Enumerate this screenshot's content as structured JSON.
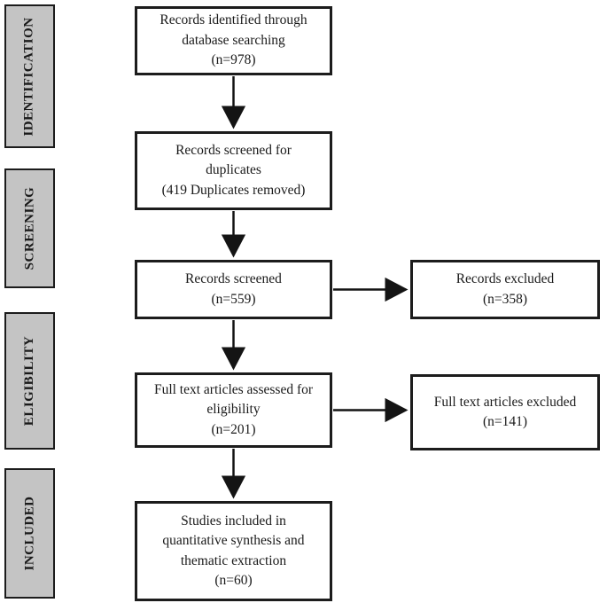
{
  "colors": {
    "page-bg": "#ffffff",
    "box-border": "#1c1c1c",
    "box-bg": "#ffffff",
    "stage-bg": "#c4c4c4",
    "text": "#1a1a1a",
    "arrow": "#141414"
  },
  "diagram_type": "PRISMA flow diagram",
  "stages": [
    {
      "label": "IDENTIFICATION"
    },
    {
      "label": "SCREENING"
    },
    {
      "label": "ELIGIBILITY"
    },
    {
      "label": "INCLUDED"
    }
  ],
  "flow": {
    "identified": "Records identified through\ndatabase searching\n(n=978)",
    "duplicates": "Records screened for\nduplicates\n(419 Duplicates removed)",
    "screened": "Records screened\n(n=559)",
    "records_excluded": "Records excluded\n(n=358)",
    "fulltext": "Full text articles assessed for\neligibility\n(n=201)",
    "fulltext_excluded": "Full text articles excluded\n(n=141)",
    "included": "Studies included in\nquantitative synthesis and\nthematic extraction\n(n=60)"
  }
}
